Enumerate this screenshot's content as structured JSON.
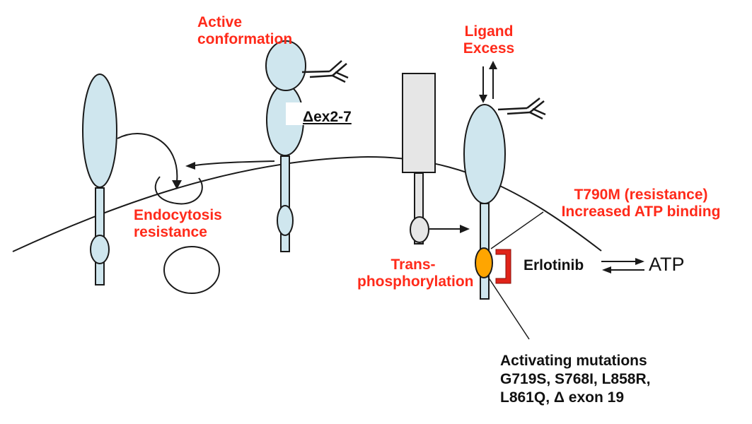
{
  "labels": {
    "active_conformation": [
      "Active",
      "conformation"
    ],
    "ligand_excess": [
      "Ligand",
      "Excess"
    ],
    "delta_ex": "Δex2-7",
    "endocytosis": [
      "Endocytosis",
      "resistance"
    ],
    "t790m": [
      "T790M (resistance)",
      "Increased ATP binding"
    ],
    "transphosphorylation": [
      "Trans-",
      "phosphorylation"
    ],
    "erlotinib": "Erlotinib",
    "atp": "ATP",
    "activating": [
      "Activating mutations",
      "G719S, S768I, L858R,",
      "L861Q, Δ exon 19"
    ]
  },
  "colors": {
    "receptor_fill": "#cfe6ee",
    "stroke": "#1a1a1a",
    "kinase_active": "#ffa500",
    "erlotinib_bracket": "#e0241a",
    "gray_receptor": "#e6e6e6",
    "label_red": "#ff2a1a"
  }
}
